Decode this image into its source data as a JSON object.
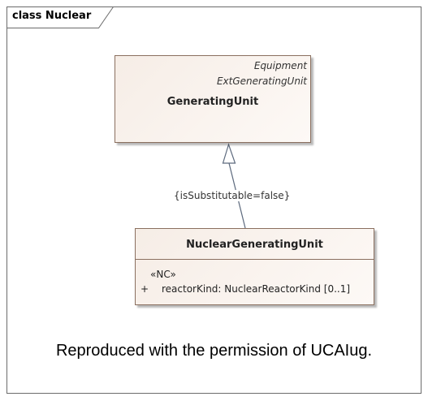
{
  "diagram": {
    "frame_title": "class Nuclear",
    "classes": {
      "generating_unit": {
        "stereotypes": [
          "Equipment",
          "ExtGeneratingUnit"
        ],
        "name": "GeneratingUnit"
      },
      "nuclear_generating_unit": {
        "name": "NuclearGeneratingUnit",
        "attribute_stereotype": "«NC»",
        "attributes": [
          {
            "visibility": "+",
            "text": "reactorKind: NuclearReactorKind [0..1]"
          }
        ]
      }
    },
    "generalization": {
      "constraint": "{isSubstitutable=false}"
    },
    "footer_note": "Reproduced with the permission of UCAIug."
  }
}
